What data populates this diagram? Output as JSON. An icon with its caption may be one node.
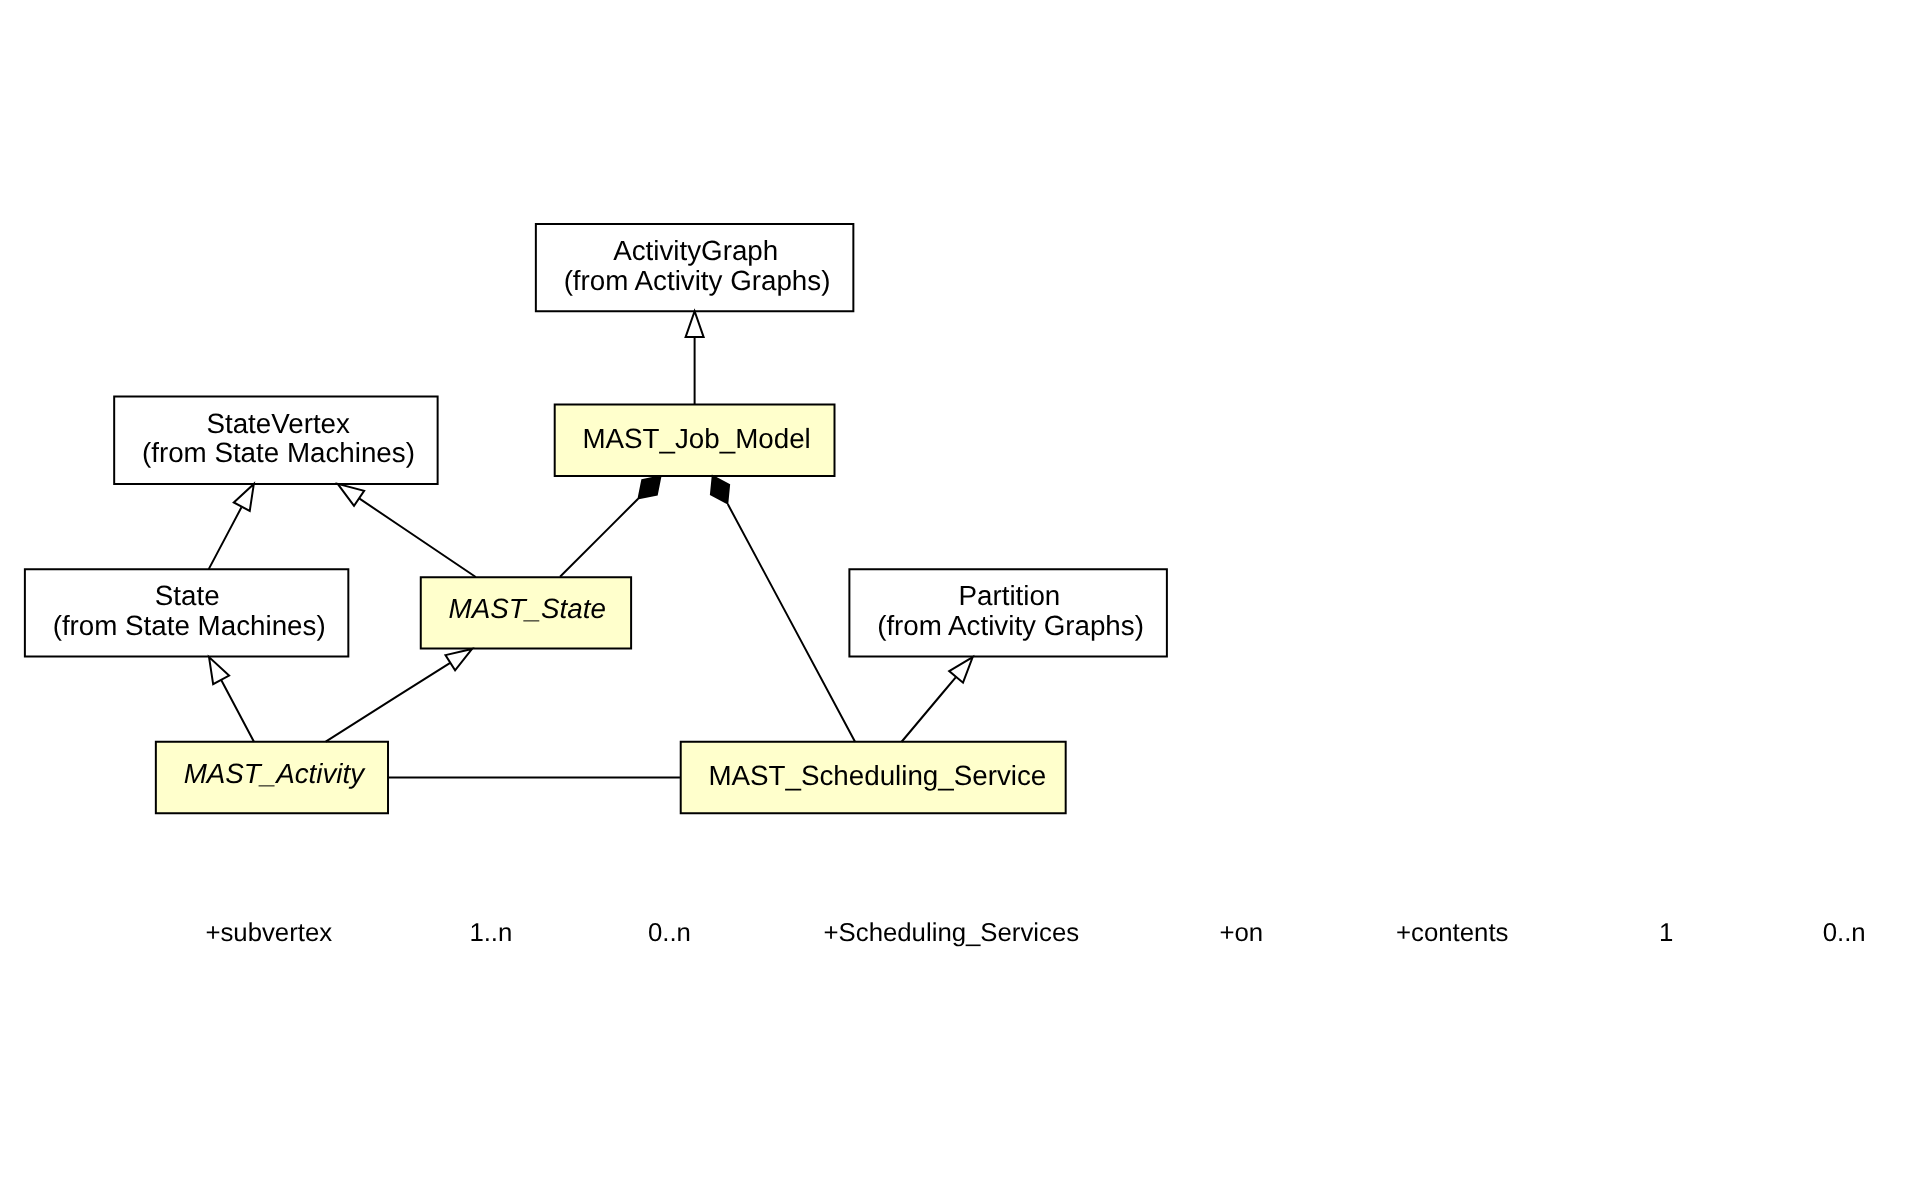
{
  "diagram": {
    "nodes": [
      {
        "text": [
          "ActivityGraph",
          "(from Activity Graphs)"
        ]
      },
      {
        "text": [
          "StateVertex",
          "(from State Machines)"
        ]
      },
      {
        "text": [
          "MAST_Job_Model"
        ]
      },
      {
        "text": [
          "Partition",
          "(from Activity Graphs)"
        ]
      },
      {
        "text": [
          "State",
          "(from State Machines)"
        ]
      },
      {
        "text": [
          "MAST_State"
        ]
      },
      {
        "text": [
          "MAST_Scheduling_Service"
        ]
      },
      {
        "text": [
          "MAST_Activity"
        ]
      }
    ],
    "edges": [
      {
        "from": 2,
        "to": 0,
        "arrow": "to"
      },
      {
        "from": 4,
        "to": 1,
        "arrow": "to"
      },
      {
        "from": 5,
        "to": 1,
        "arrow": "to"
      },
      {
        "from": 2,
        "to": 6,
        "arrow": "other"
      },
      {
        "from": 2,
        "to": 5,
        "arrow": "other"
      },
      {
        "from": 6,
        "to": 3,
        "arrow": "to"
      },
      {
        "from": 7,
        "to": 5,
        "arrow": "to"
      },
      {
        "from": 7,
        "to": 4,
        "arrow": "to"
      },
      {
        "from": 6,
        "to": 7,
        "arrow": "none"
      }
    ],
    "labels": [
      "+subvertex",
      "1..n",
      "0..n",
      "+Scheduling_Services",
      "+on",
      "+contents",
      "1",
      "0..n"
    ]
  }
}
